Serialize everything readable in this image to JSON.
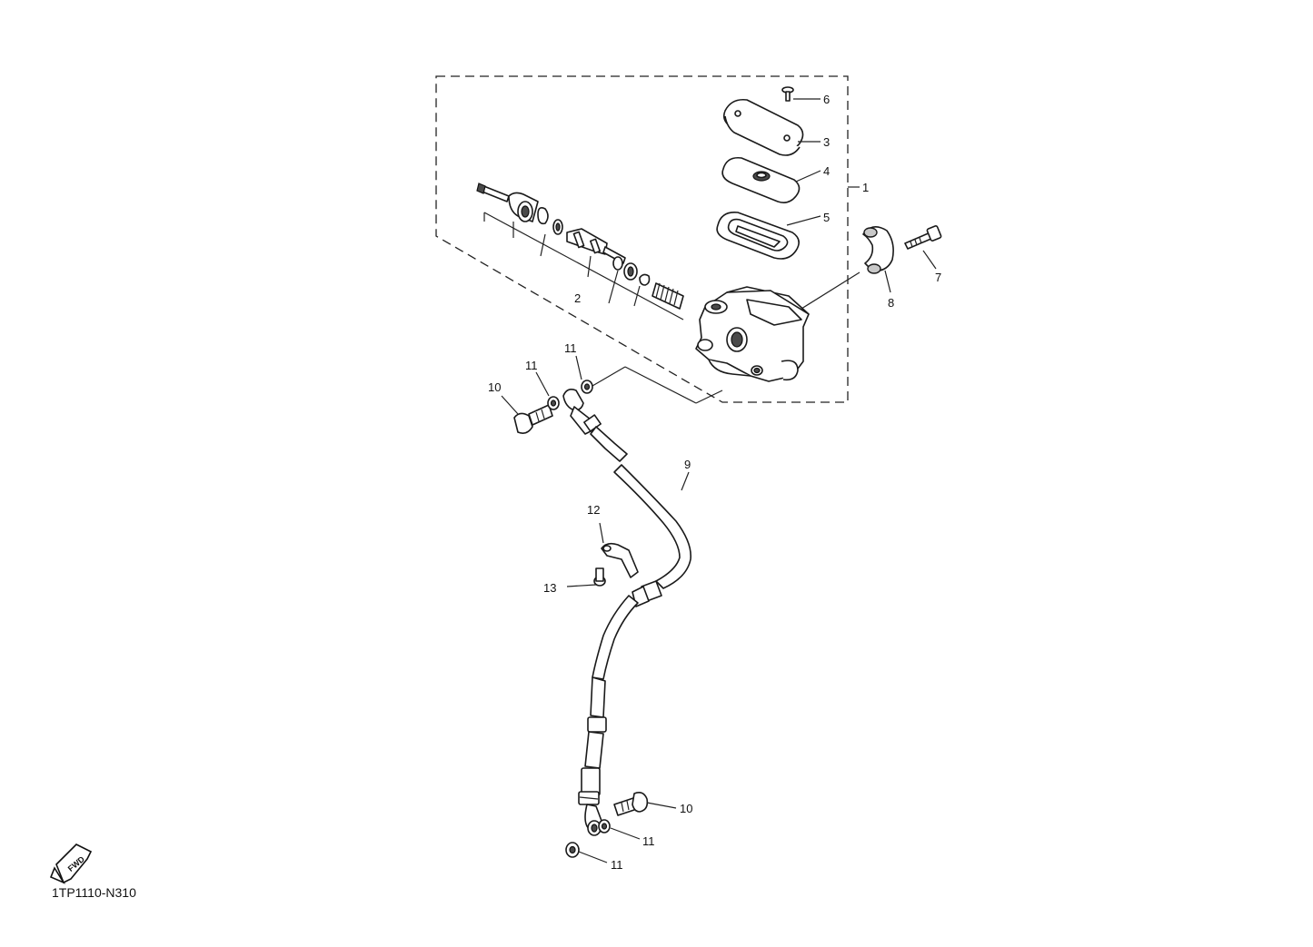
{
  "diagram": {
    "code": "1TP1110-N310",
    "fwd_label": "FWD",
    "callouts": {
      "c1": "1",
      "c2": "2",
      "c3": "3",
      "c4": "4",
      "c5": "5",
      "c6": "6",
      "c7": "7",
      "c8": "8",
      "c9": "9",
      "c10a": "10",
      "c10b": "10",
      "c11a": "11",
      "c11b": "11",
      "c11c": "11",
      "c11d": "11",
      "c12": "12",
      "c13": "13"
    }
  }
}
